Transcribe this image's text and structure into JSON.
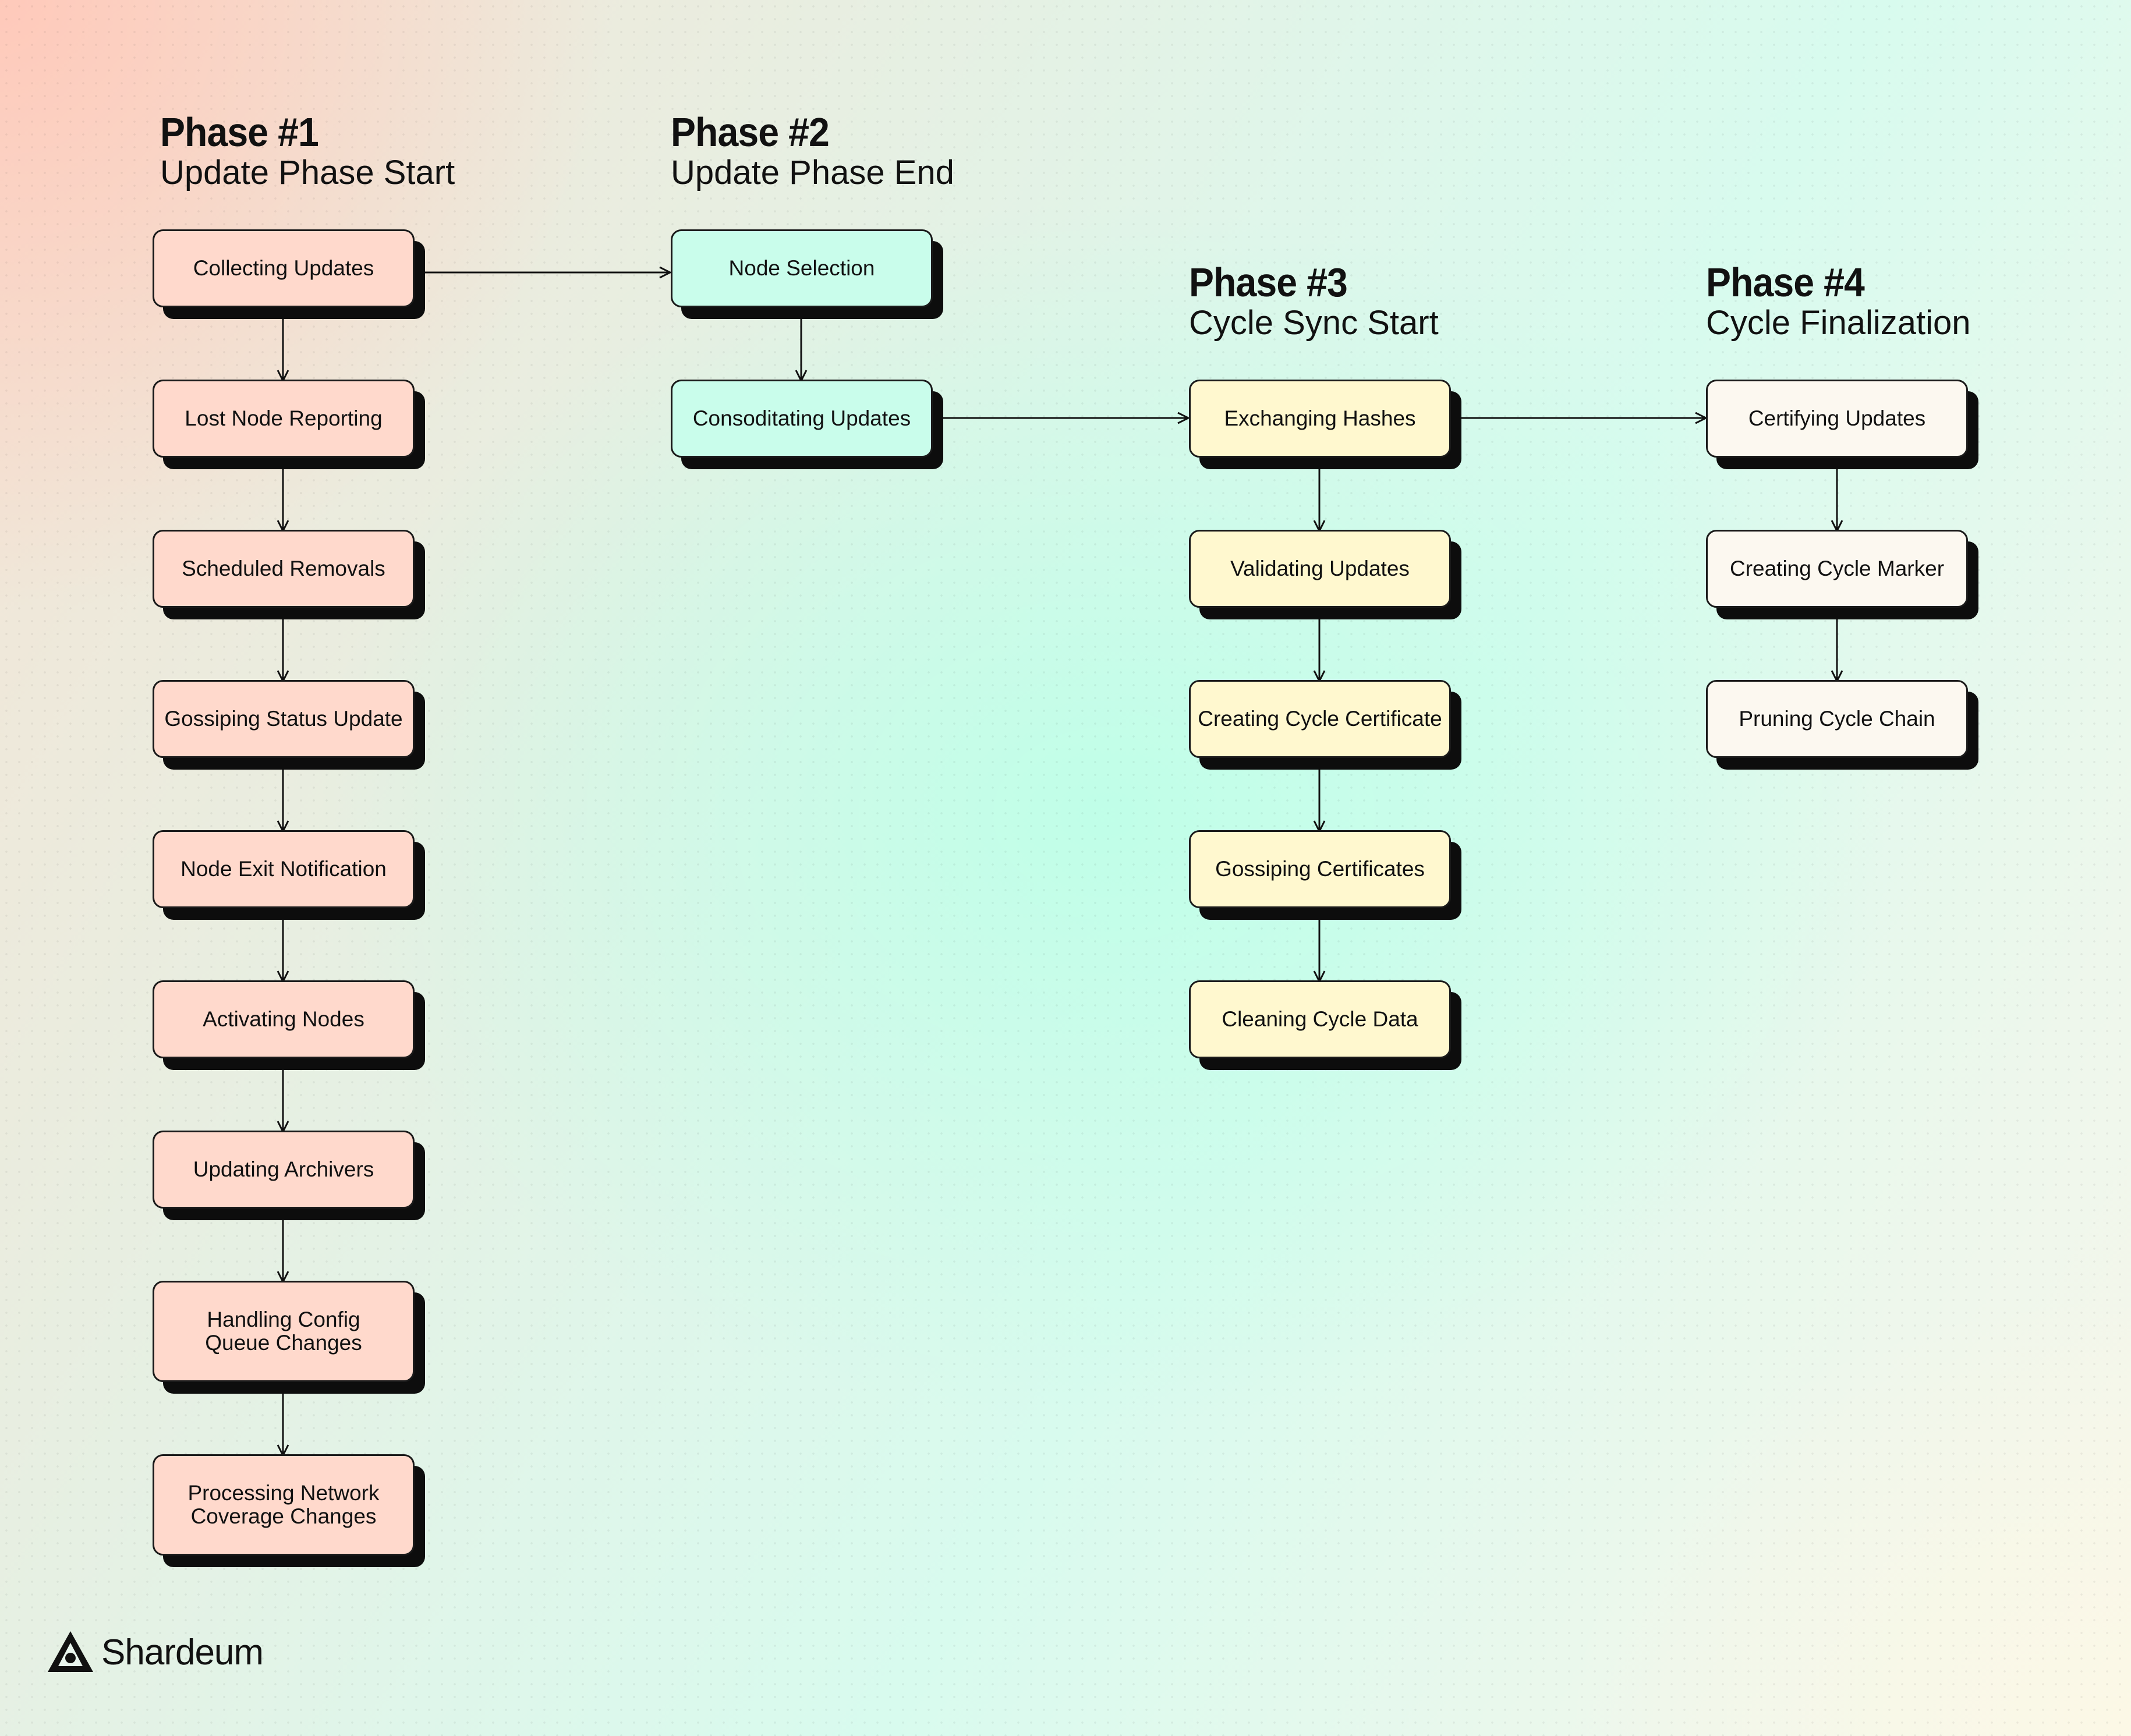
{
  "phases": [
    {
      "number": "Phase #1",
      "title": "Update Phase Start"
    },
    {
      "number": "Phase #2",
      "title": "Update Phase End"
    },
    {
      "number": "Phase #3",
      "title": "Cycle Sync Start"
    },
    {
      "number": "Phase #4",
      "title": "Cycle Finalization"
    }
  ],
  "steps": {
    "phase1": [
      "Collecting Updates",
      "Lost Node Reporting",
      "Scheduled Removals",
      "Gossiping Status Update",
      "Node Exit Notification",
      "Activating Nodes",
      "Updating Archivers",
      "Handling Config\nQueue Changes",
      "Processing Network\nCoverage Changes"
    ],
    "phase2": [
      "Node Selection",
      "Consoditating Updates"
    ],
    "phase3": [
      "Exchanging Hashes",
      "Validating Updates",
      "Creating Cycle Certificate",
      "Gossiping Certificates",
      "Cleaning Cycle Data"
    ],
    "phase4": [
      "Certifying Updates",
      "Creating Cycle Marker",
      "Pruning Cycle Chain"
    ]
  },
  "colors": {
    "phase1_fill": "#ffd9cc",
    "phase2_fill": "#c9fdeb",
    "phase3_fill": "#fff8cf",
    "phase4_fill": "#fcf8f0",
    "border": "#1a1a1a",
    "shadow": "#0d0d0d"
  },
  "logo": {
    "name": "Shardeum",
    "icon": "shardeum-logo-icon"
  }
}
